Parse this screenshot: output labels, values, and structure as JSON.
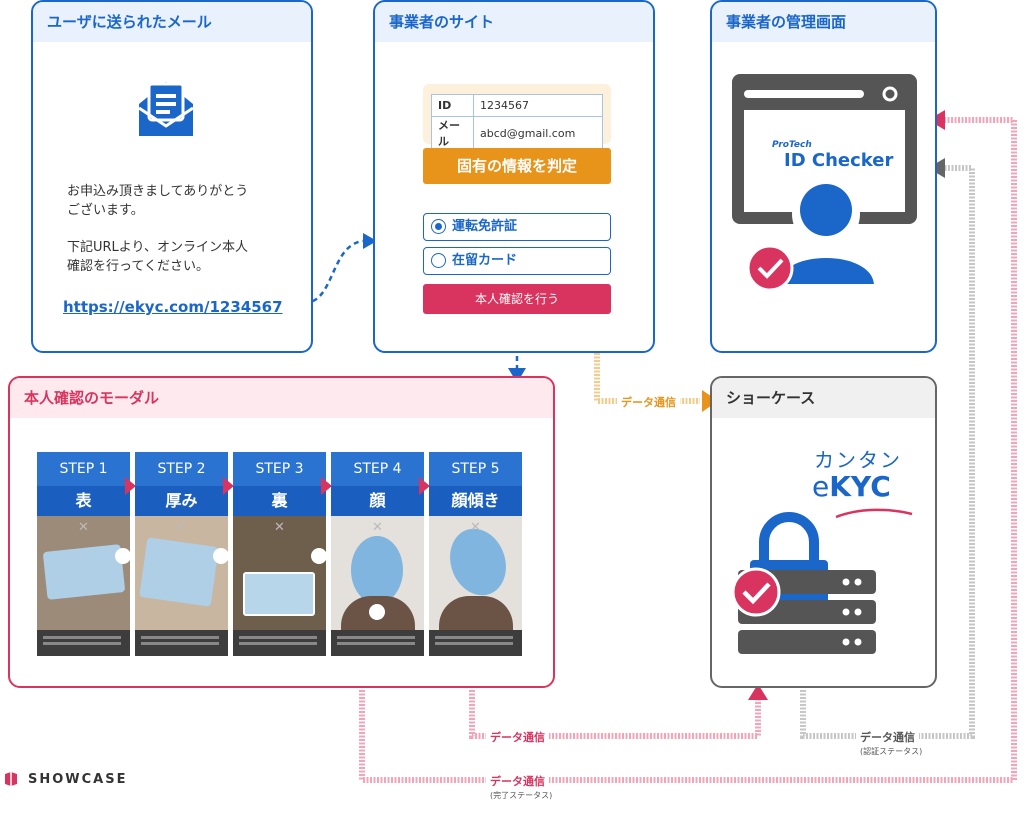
{
  "email_panel": {
    "title": "ユーザに送られたメール",
    "body_line1": "お申込み頂きましてありがとう",
    "body_line2": "ございます。",
    "body_line3": "下記URLより、オンライン本人",
    "body_line4": "確認を行ってください。",
    "link": "https://ekyc.com/1234567"
  },
  "site_panel": {
    "title": "事業者のサイト",
    "form": [
      {
        "key": "ID",
        "value": "1234567"
      },
      {
        "key": "メール",
        "value": "abcd@gmail.com"
      }
    ],
    "judge_label": "固有の情報を判定",
    "options": [
      {
        "label": "運転免許証",
        "selected": true
      },
      {
        "label": "在留カード",
        "selected": false
      }
    ],
    "verify_button": "本人確認を行う"
  },
  "admin_panel": {
    "title": "事業者の管理画面",
    "brand_small": "ProTech",
    "brand_large": "ID Checker"
  },
  "modal_panel": {
    "title": "本人確認のモーダル",
    "steps": [
      {
        "step": "STEP 1",
        "label": "表"
      },
      {
        "step": "STEP 2",
        "label": "厚み"
      },
      {
        "step": "STEP 3",
        "label": "裏"
      },
      {
        "step": "STEP 4",
        "label": "顔"
      },
      {
        "step": "STEP 5",
        "label": "顔傾き"
      }
    ]
  },
  "showcase_panel": {
    "title": "ショーケース",
    "brand_kana": "カンタン",
    "brand_e": "e",
    "brand_kyc": "KYC"
  },
  "flows": {
    "data_comm": "データ通信",
    "auth_status": "(認証ステータス)",
    "done_status": "(完了ステータス)"
  },
  "footer": {
    "logo_text": "SHOWCASE"
  },
  "colors": {
    "blue": "#1a66c9",
    "pink": "#d9345f",
    "orange": "#e8931a",
    "gray": "#666666"
  }
}
